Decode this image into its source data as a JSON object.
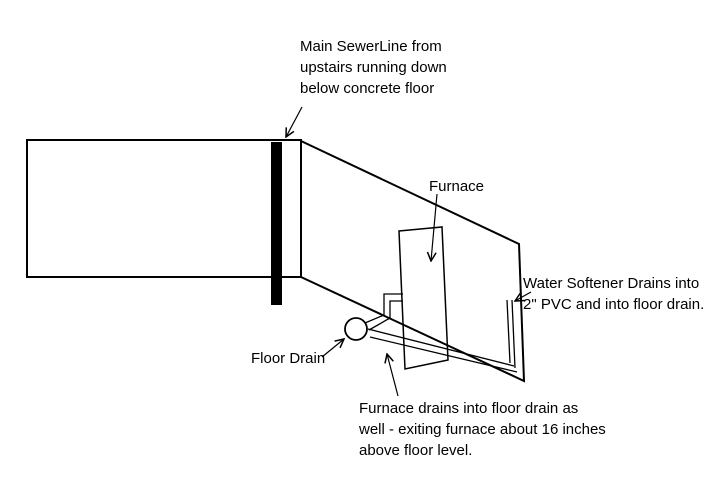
{
  "colors": {
    "ink": "#000000",
    "background": "#ffffff"
  },
  "labels": {
    "sewer": "Main SewerLine from\nupstairs running down\nbelow concrete floor",
    "furnace": "Furnace",
    "water_softener": "Water Softener Drains into\n2\" PVC and into floor drain.",
    "floor_drain": "Floor Drain",
    "furnace_drain": "Furnace drains into floor drain as\nwell - exiting furnace about 16 inches\nabove floor level."
  }
}
